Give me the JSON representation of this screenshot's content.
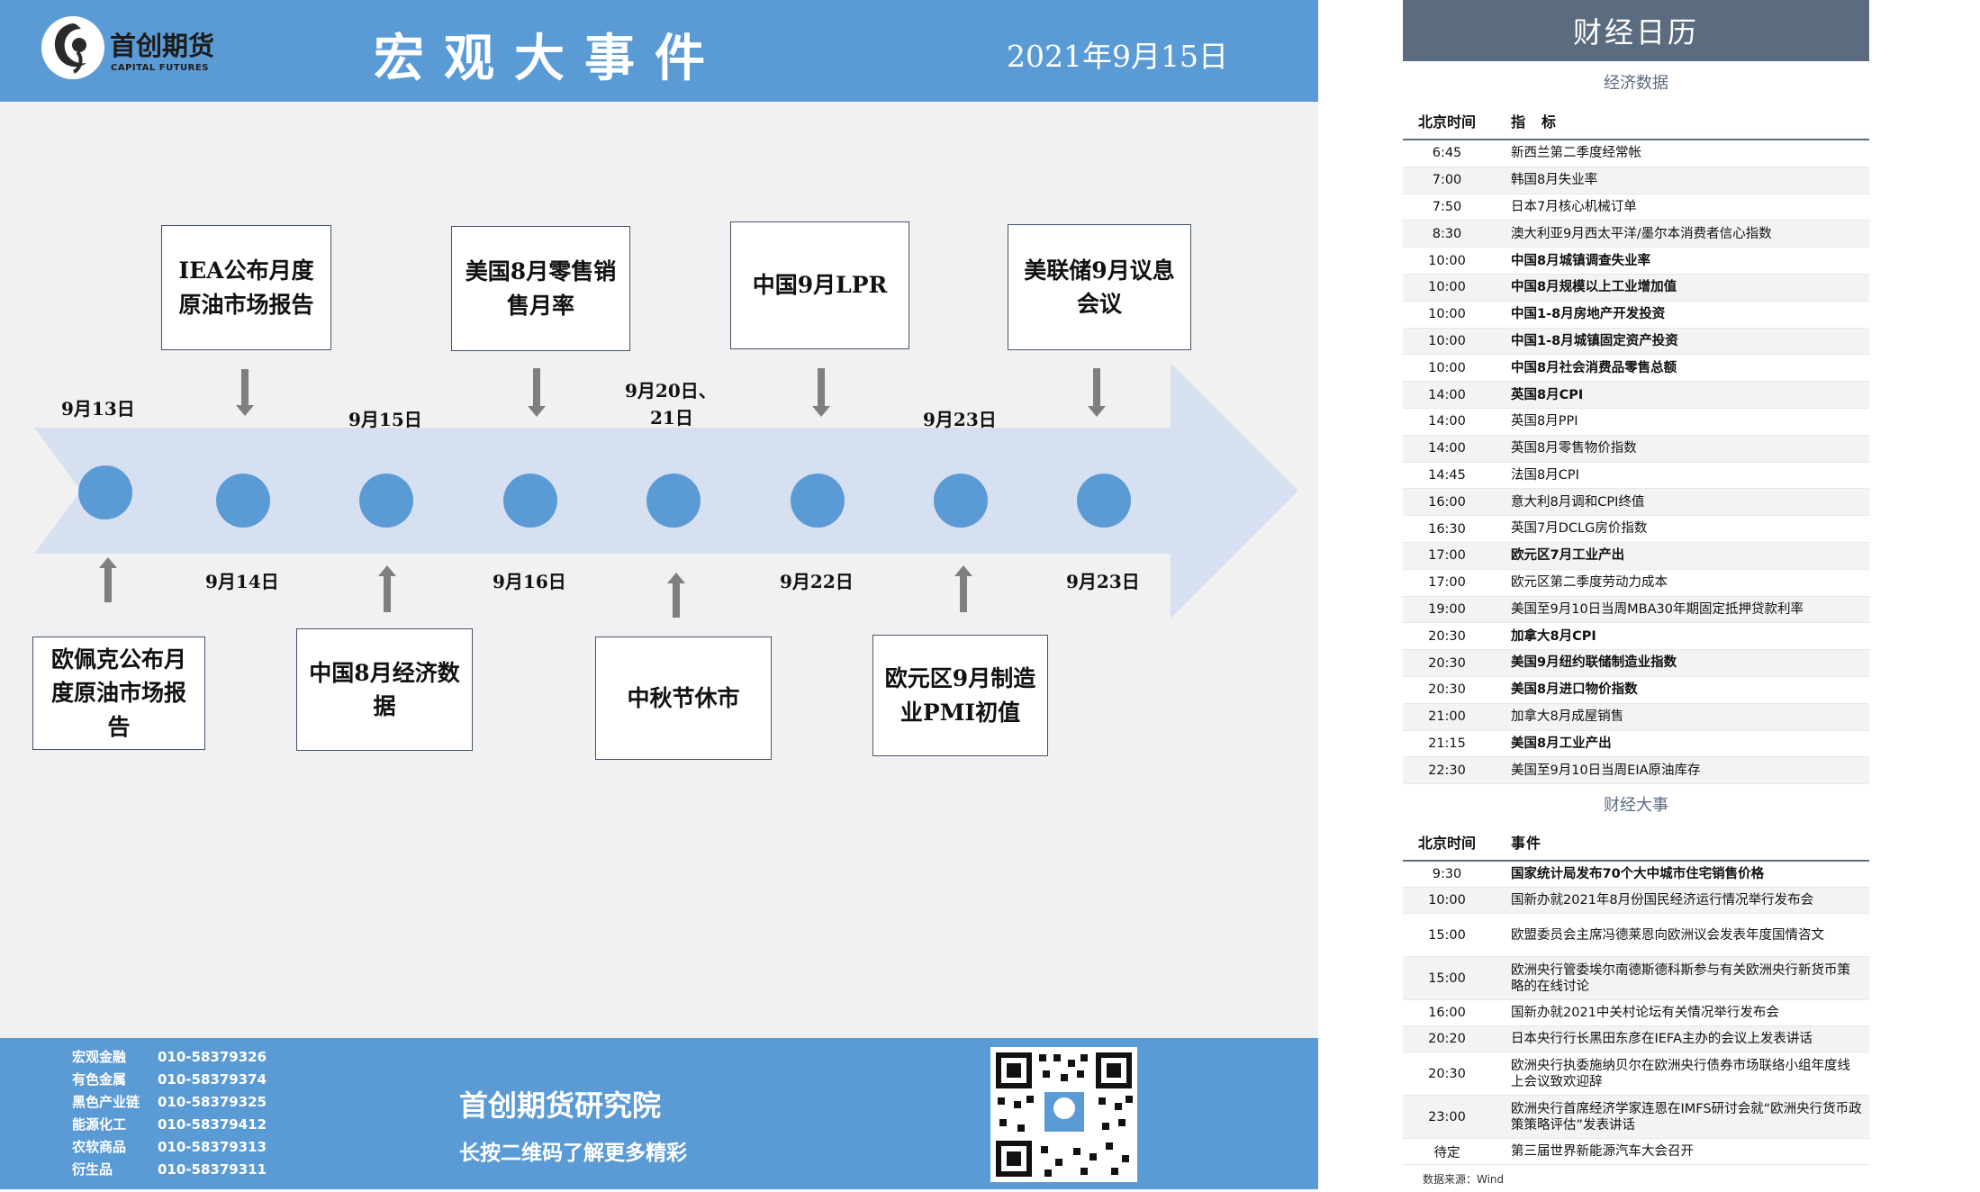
{
  "header": {
    "logo_name": "首创期货",
    "logo_sub": "CAPITAL FUTURES",
    "title": "宏观大事件",
    "date": "2021年9月15日"
  },
  "timeline": {
    "top_events": [
      {
        "date": "9月13日",
        "box": ""
      },
      {
        "date": "9月14日",
        "box": "IEA公布月度原油市场报告"
      },
      {
        "date": "9月15日",
        "box": ""
      },
      {
        "date": "9月16日",
        "box": "美国8月零售销售月率"
      },
      {
        "date": "9月20日、21日",
        "box": ""
      },
      {
        "date": "9月22日",
        "box": "中国9月LPR"
      },
      {
        "date": "9月23日",
        "box": ""
      },
      {
        "date": "9月23日",
        "box": "美联储9月议息会议"
      }
    ],
    "boxes_above": [
      "IEA公布月度原油市场报告",
      "美国8月零售销售月率",
      "中国9月LPR",
      "美联储9月议息会议"
    ],
    "boxes_below": [
      "欧佩克公布月度原油市场报告",
      "中国8月经济数据",
      "中秋节休市",
      "欧元区9月制造业PMI初值"
    ],
    "dates_above": [
      "9月13日",
      "9月15日",
      "9月20日、",
      "21日",
      "9月23日"
    ],
    "dates_below": [
      "9月14日",
      "9月16日",
      "9月22日",
      "9月23日"
    ],
    "colors": {
      "arrow": "#d6e0f0",
      "dot": "#5b9bd5",
      "connector": "#7f7f7f"
    }
  },
  "footer": {
    "contacts": [
      {
        "name": "宏观金融",
        "phone": "010-58379326"
      },
      {
        "name": "有色金属",
        "phone": "010-58379374"
      },
      {
        "name": "黑色产业链",
        "phone": "010-58379325"
      },
      {
        "name": "能源化工",
        "phone": "010-58379412"
      },
      {
        "name": "农软商品",
        "phone": "010-58379313"
      },
      {
        "name": "衍生品",
        "phone": "010-58379311"
      }
    ],
    "title": "首创期货研究院",
    "subtitle": "长按二维码了解更多精彩"
  },
  "calendar": {
    "title": "财经日历",
    "data_section": "经济数据",
    "data_head": {
      "time": "北京时间",
      "item": "指　标"
    },
    "data_rows": [
      {
        "time": "6:45",
        "item": "新西兰第二季度经常帐",
        "bold": false
      },
      {
        "time": "7:00",
        "item": "韩国8月失业率",
        "bold": false
      },
      {
        "time": "7:50",
        "item": "日本7月核心机械订单",
        "bold": false
      },
      {
        "time": "8:30",
        "item": "澳大利亚9月西太平洋/墨尔本消费者信心指数",
        "bold": false
      },
      {
        "time": "10:00",
        "item": "中国8月城镇调查失业率",
        "bold": true
      },
      {
        "time": "10:00",
        "item": "中国8月规模以上工业增加值",
        "bold": true
      },
      {
        "time": "10:00",
        "item": "中国1-8月房地产开发投资",
        "bold": true
      },
      {
        "time": "10:00",
        "item": "中国1-8月城镇固定资产投资",
        "bold": true
      },
      {
        "time": "10:00",
        "item": "中国8月社会消费品零售总额",
        "bold": true
      },
      {
        "time": "14:00",
        "item": "英国8月CPI",
        "bold": true
      },
      {
        "time": "14:00",
        "item": "英国8月PPI",
        "bold": false
      },
      {
        "time": "14:00",
        "item": "英国8月零售物价指数",
        "bold": false
      },
      {
        "time": "14:45",
        "item": "法国8月CPI",
        "bold": false
      },
      {
        "time": "16:00",
        "item": "意大利8月调和CPI终值",
        "bold": false
      },
      {
        "time": "16:30",
        "item": "英国7月DCLG房价指数",
        "bold": false
      },
      {
        "time": "17:00",
        "item": "欧元区7月工业产出",
        "bold": true
      },
      {
        "time": "17:00",
        "item": "欧元区第二季度劳动力成本",
        "bold": false
      },
      {
        "time": "19:00",
        "item": "美国至9月10日当周MBA30年期固定抵押贷款利率",
        "bold": false
      },
      {
        "time": "20:30",
        "item": "加拿大8月CPI",
        "bold": true
      },
      {
        "time": "20:30",
        "item": "美国9月纽约联储制造业指数",
        "bold": true
      },
      {
        "time": "20:30",
        "item": "美国8月进口物价指数",
        "bold": true
      },
      {
        "time": "21:00",
        "item": "加拿大8月成屋销售",
        "bold": false
      },
      {
        "time": "21:15",
        "item": "美国8月工业产出",
        "bold": true
      },
      {
        "time": "22:30",
        "item": "美国至9月10日当周EIA原油库存",
        "bold": false
      }
    ],
    "events_section": "财经大事",
    "events_head": {
      "time": "北京时间",
      "item": "事件"
    },
    "event_rows": [
      {
        "time": "9:30",
        "item": "国家统计局发布70个大中城市住宅销售价格",
        "bold": true
      },
      {
        "time": "10:00",
        "item": "国新办就2021年8月份国民经济运行情况举行发布会",
        "bold": false
      },
      {
        "time": "15:00",
        "item": "欧盟委员会主席冯德莱恩向欧洲议会发表年度国情咨文",
        "bold": false
      },
      {
        "time": "15:00",
        "item": "欧洲央行管委埃尔南德斯德科斯参与有关欧洲央行新货币策略的在线讨论",
        "bold": false
      },
      {
        "time": "16:00",
        "item": "国新办就2021中关村论坛有关情况举行发布会",
        "bold": false
      },
      {
        "time": "20:20",
        "item": "日本央行行长黑田东彦在IEFA主办的会议上发表讲话",
        "bold": false
      },
      {
        "time": "20:30",
        "item": "欧洲央行执委施纳贝尔在欧洲央行债券市场联络小组年度线上会议致欢迎辞",
        "bold": false
      },
      {
        "time": "23:00",
        "item": "欧洲央行首席经济学家连恩在IMFS研讨会就“欧洲央行货币政策策略评估”发表讲话",
        "bold": false
      },
      {
        "time": "待定",
        "item": "第三届世界新能源汽车大会召开",
        "bold": false
      }
    ],
    "source": "数据来源：Wind"
  }
}
